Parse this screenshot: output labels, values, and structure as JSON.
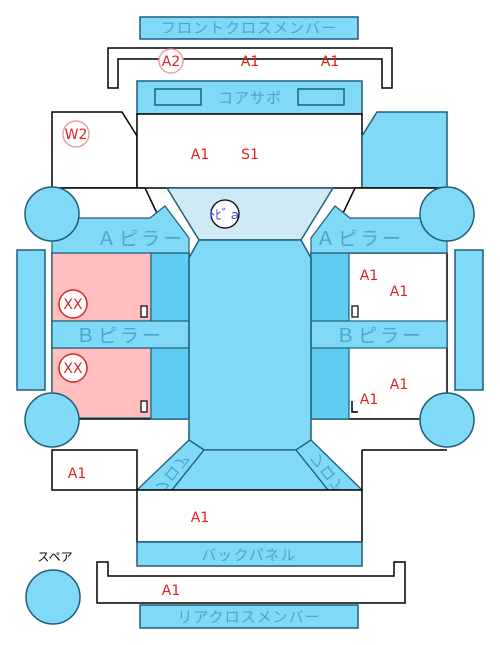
{
  "colors": {
    "panel_fill": "#7fd9f7",
    "panel_stroke": "#1f5f78",
    "damage_fill": "#ffbfbf",
    "code_red": "#e02020",
    "code_blue": "#2f3fd8",
    "part_text": "#4aa6cf",
    "light_panel": "#cfeaf5"
  },
  "parts": {
    "front_cross_member": "フロントクロスメンバー",
    "core_support": "コアサポ",
    "a_pillar_left": "Ａピラー",
    "a_pillar_right": "Ａピラー",
    "b_pillar_left": "Ｂピラー",
    "b_pillar_right": "Ｂピラー",
    "back_panel": "バックパネル",
    "rear_cross_member": "リアクロスメンバー",
    "spare": "スペア",
    "floor_left": "フロア",
    "floor_right": "フロア"
  },
  "codes": {
    "front_cross_left": "A2",
    "front_cross_mid": "A1",
    "front_cross_right": "A1",
    "front_left": "W2",
    "front_center_a": "A1",
    "front_center_s": "S1",
    "dash_panel": "ﾄﾋﾞａ",
    "left_front_door": "XX",
    "left_rear_door": "XX",
    "right_front_a": "A1",
    "right_front_b": "A1",
    "right_rear_a": "A1",
    "right_rear_b": "A1",
    "rear_left_quarter": "A1",
    "trunk": "A1",
    "rear_cross": "A1"
  }
}
